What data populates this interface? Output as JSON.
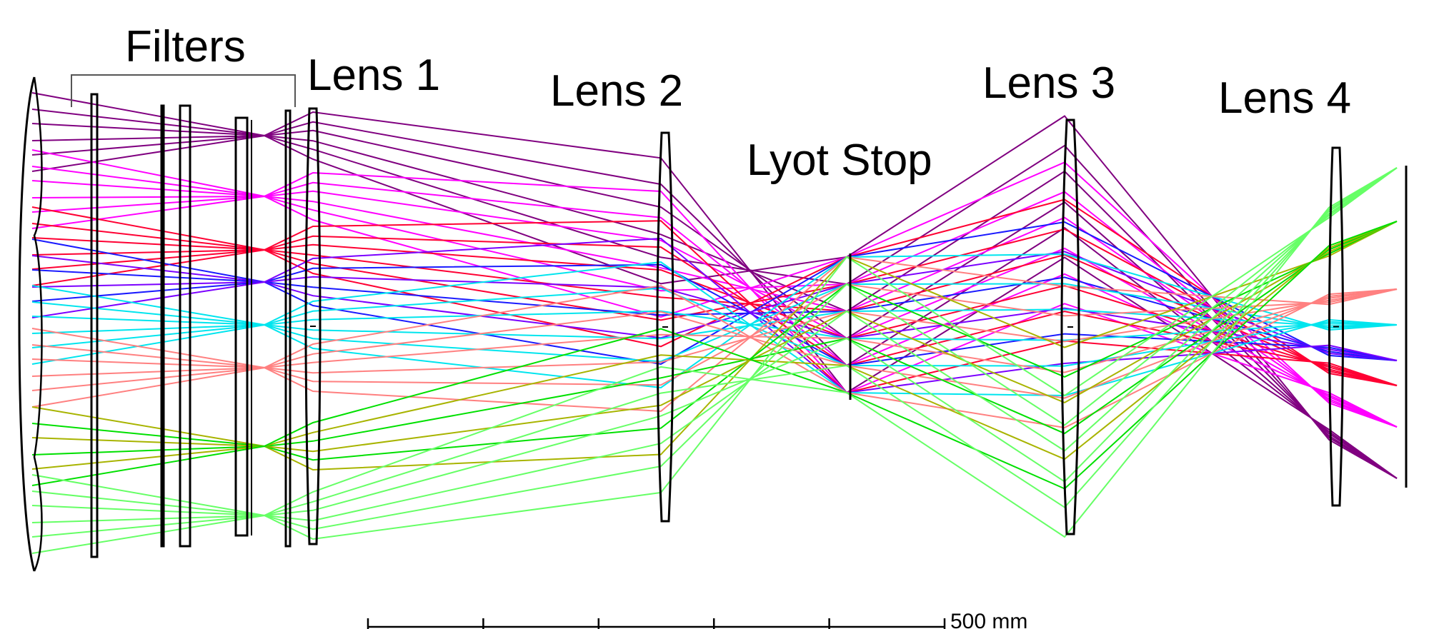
{
  "labels": {
    "filters": "Filters",
    "lens1": "Lens 1",
    "lens2": "Lens 2",
    "lyot_stop": "Lyot Stop",
    "lens3": "Lens 3",
    "lens4": "Lens 4"
  },
  "scale_bar": {
    "label": "500 mm",
    "length_mm": 500,
    "tick_count": 6
  },
  "colors": {
    "element_outline": "#000000",
    "fields": [
      "#800080",
      "#ff00ff",
      "#ff0033",
      "#7b00ff",
      "#00e5ee",
      "#ff8080",
      "#a8b400",
      "#66ff66"
    ],
    "relay_bright_green": "#00e000",
    "relay_blue": "#1a1aff"
  }
}
